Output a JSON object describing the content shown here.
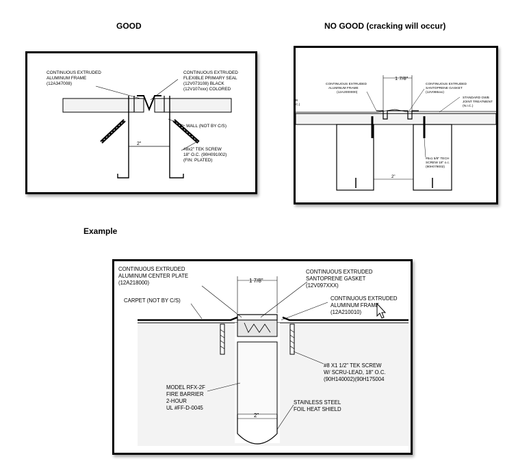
{
  "headings": {
    "good": "GOOD",
    "no_good": "NO GOOD (cracking will occur)",
    "example": "Example"
  },
  "good_panel": {
    "label_frame_1": "CONTINUOUS EXTRUDED",
    "label_frame_2": "ALUMINUM FRAME",
    "label_frame_3": "(12A347008)",
    "label_seal_1": "CONTINUOUS EXTRUDED",
    "label_seal_2": "FLEXIBLE PRIMARY SEAL",
    "label_seal_3": "(12V073108) BLACK",
    "label_seal_4": "(12V107xxx) COLORED",
    "label_wall": "WALL (NOT BY C/S)",
    "label_gap": "2\"",
    "label_screw_1": "#8x2\" TEK SCREW",
    "label_screw_2": "18\" O.C. (90H091002)",
    "label_screw_3": "(FIN: PLATED)"
  },
  "nogood_panel": {
    "label_width": "1 7/8\"",
    "label_frame_1": "CONTINUOUS EXTRUDED",
    "label_frame_2": "ALUMINUM FRAME",
    "label_frame_3": "(12A2000000)",
    "label_gasket_1": "CONTINUOUS EXTRUDED",
    "label_gasket_2": "SANTOPRENE GASKET",
    "label_gasket_3": "(12V088xxx)",
    "label_gwb_1": "STANDARD GWB",
    "label_gwb_2": "JOINT TREATMENT",
    "label_gwb_3": "(N.I.C.)",
    "label_screw_1": "#6x1 5/8\" TECH",
    "label_screw_2": "SCREW 18\" o.c.",
    "label_screw_3": "(90H079002)",
    "label_gap": "2\"",
    "label_cut_1": "B",
    "label_cut_2": "C.)"
  },
  "example_panel": {
    "label_plate_1": "CONTINUOUS EXTRUDED",
    "label_plate_2": "ALUMINUM CENTER PLATE",
    "label_plate_3": "(12A218000)",
    "label_width": "1 7/8\"",
    "label_gasket_1": "CONTINUOUS EXTRUDED",
    "label_gasket_2": "SANTOPRENE GASKET",
    "label_gasket_3": "(12V097XXX)",
    "label_carpet": "CARPET (NOT BY C/S)",
    "label_frame_1": "CONTINUOUS EXTRUDED",
    "label_frame_2": "ALUMINUM FRAME",
    "label_frame_3": "(12A210010)",
    "label_screw_1": "#8 X1 1/2\" TEK SCREW",
    "label_screw_2": "W/ SCRU-LEAD, 18\" O.C.",
    "label_screw_3": "(90H140002)(90H175004",
    "label_barrier_1": "MODEL RFX-2F",
    "label_barrier_2": "FIRE BARRIER",
    "label_barrier_3": "2-HOUR",
    "label_barrier_4": "UL #FF-D-0045",
    "label_gap": "2\"",
    "label_shield_1": "STAINLESS STEEL",
    "label_shield_2": "FOIL HEAT SHIELD"
  },
  "colors": {
    "line": "#000000",
    "concrete": "#f3f3f3",
    "panel_border": "#000000"
  },
  "icons": {
    "cursor": "mouse-pointer-icon"
  }
}
